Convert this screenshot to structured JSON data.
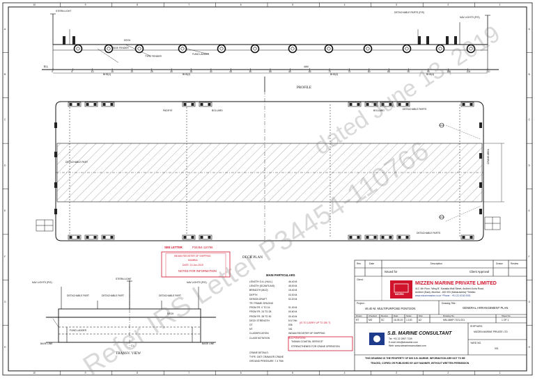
{
  "border": {
    "columns_top": [
      "10",
      "9",
      "8",
      "7",
      "6",
      "5",
      "4",
      "3",
      "2",
      "1"
    ],
    "columns_bottom": [
      "10",
      "9",
      "8",
      "7",
      "6",
      "5",
      "4",
      "3",
      "2",
      "1"
    ],
    "rows_left": [
      "A",
      "B",
      "C",
      "D",
      "E",
      "F",
      "G",
      "H"
    ],
    "rows_right": [
      "A",
      "B",
      "C",
      "D",
      "E",
      "F",
      "G",
      "H"
    ]
  },
  "profile": {
    "title": "PROFILE",
    "labels": {
      "stern_light": "STERN LIGHT",
      "detachable_parts": "DETACHABLE PARTS (P/S)",
      "nav_lights": "NAV LIGHTS (P/S)",
      "deck": "DECK",
      "side_fender": "SIDE FENDER",
      "tyre_fender": "TYRE FENDER",
      "fixed_ladder": "FUND LADDER",
      "bl": "B.L",
      "dim_mid": "46M",
      "dim_l": "BHD(1)",
      "dim_l2": "BHD(2)",
      "dim_r": "BHD(3)",
      "dim_r2": "BHD(4)"
    },
    "frames": [
      "0",
      "5",
      "10",
      "15",
      "20",
      "25",
      "30",
      "35",
      "40",
      "45",
      "50",
      "55",
      "60",
      "65",
      "70",
      "75",
      "80",
      "85",
      "90",
      "95",
      "100",
      "105",
      "110"
    ]
  },
  "deck_plan": {
    "title": "DECK PLAN",
    "labels": {
      "padeye": "PADEYE",
      "bollard": "BOLLARD",
      "detachable_part": "DETACHABLE PART",
      "detachable_parts": "DETACHABLE PARTS",
      "bollard_r": "BOLLARD",
      "crane_area": "CRANE AREA"
    }
  },
  "stamp": {
    "see_letter": "SEE LETTER",
    "letter_no": "P34454-110766",
    "org": "INDIAN REGISTER OF SHIPPING",
    "region": "MUMBAI",
    "date": "DATE: 13-Jun-2019",
    "note": "NOTED FOR INFORMATION"
  },
  "transv_view": {
    "title": "TRANSV. VIEW",
    "labels": {
      "nav_lights": "NAV LIGHTS (P/S)",
      "stern_light": "STERN LIGHT",
      "nav_lights_r": "NAV LIGHTS (P/S)",
      "detachable_part": "DETACHABLE PART",
      "detachable_part_2": "DETACHABLE PART",
      "detachable_part_3": "DETACHABLE PART",
      "deck": "DECK",
      "fund_ladder": "FUND LADDER",
      "base_line": "BASE LINE",
      "base_line_r": "BASE LINE",
      "cl": "C.L"
    }
  },
  "particulars": {
    "heading": "MAIN PARTICULARS",
    "rows": [
      {
        "k": "LENGTH O.A. (HULL)",
        "v": "46.40 M."
      },
      {
        "k": "LENGTH (SCANTLING)",
        "v": "45.00 M."
      },
      {
        "k": "BREADTH (MLD)",
        "v": "15.40 M."
      },
      {
        "k": "DEPTH",
        "v": "03.00 M."
      },
      {
        "k": "DESIGN DRAFT",
        "v": "02.20 M."
      },
      {
        "k": "TR. FRAME SPACING",
        "v": ""
      },
      {
        "k": "FROM FR. 0 TO 24",
        "v": "01.00 M."
      },
      {
        "k": "FROM FR. 24 TO 28",
        "v": "00.60 M."
      },
      {
        "k": "FROM FR. 28 TO 30",
        "v": "00.40 M."
      },
      {
        "k": "DECK STRENGTH",
        "v": "8.5 T/M²"
      },
      {
        "k": "GT",
        "v": "536"
      },
      {
        "k": "NT",
        "v": "161"
      },
      {
        "k": "CLASSIFICATION",
        "v": "INDIAN REGISTER OF SHIPPING"
      },
      {
        "k": "CLASS NOTATION",
        "v": "SUL PONTOON"
      }
    ],
    "deck_note": "(IS TO CARRY UP TO 250 T)",
    "class_box": [
      "\"INDIAN COASTAL SERVICE\"",
      "STRENGTHENED FOR CRANE OPERATION"
    ],
    "crane_heading": "CRANE DETAILS:",
    "crane_rows": [
      "TYPE: 150T CRAWLER CRANE",
      "GROUND PRESSURE: 7.4 T/M²"
    ]
  },
  "title_block": {
    "rev_headers": [
      "Rev",
      "Date",
      "Description",
      "Drawn",
      "Review"
    ],
    "issued_for": "Issued for",
    "issued_value": "Client Approval",
    "client_label": "Client :",
    "company": "MIZZEN MARINE PRIVATE LIMITED",
    "company_logo": "MIZZEN",
    "address_1": "412, 4th Floor, 'Wing B', Kanakia Wall Street, Andheri-Kurla Road,",
    "address_2": "Andheri (East), Mumbai - 400 093 (Maharashtra) *Telefax:",
    "address_3": "www.mizzenmarine.co.in *Phone : +91 22 4218 0001",
    "project_label": "Project :",
    "project": "46.40 M. MULTIPURPOSE PONTOON",
    "drawing_title_label": "Drawing Title :",
    "drawing_title": "GENERAL ARRANGEMENT PLAN",
    "meta_headers": [
      "Drawn",
      "Checked",
      "Review",
      "Date",
      "Scale",
      "Size",
      "Drawing No.",
      "Sheet No."
    ],
    "meta_values": [
      "RT",
      "MS",
      "SC",
      "16.05.19",
      "1:100",
      "A2",
      "MM-46MP-7101-001",
      "1 OF 1"
    ],
    "consultant": "S.B. MARINE CONSULTANT",
    "consultant_tel": "Tel: +91 22 2597 7109",
    "consultant_email": "E-mail: info@sbmarine.com",
    "consultant_web": "Web: www.sbmarineconsultant.com",
    "ship_ars_label": "SHIPYARD:",
    "ship_ars_value": "MIZZEN MARINE PRIVATE LTD",
    "yard_no_label": "YARD NO.",
    "yard_no_value": "001",
    "disclaimer_1": "THIS DRAWING IS THE PROPERTY OF M/S S.B. MARINE. INFORMATION ARE NOT TO BE",
    "disclaimer_2": "TRACED, COPIED OR PUBLISHED BY ANY MANNER, WITHOUT WRITTEN PERMISSION"
  },
  "watermark_bottom": "Refer IRS Letter P34454-110766",
  "watermark_top": "dated June 13, 2019",
  "colors": {
    "red": "#d0142c",
    "line": "#1a1a1a",
    "watermark": "#8a8a8a"
  }
}
